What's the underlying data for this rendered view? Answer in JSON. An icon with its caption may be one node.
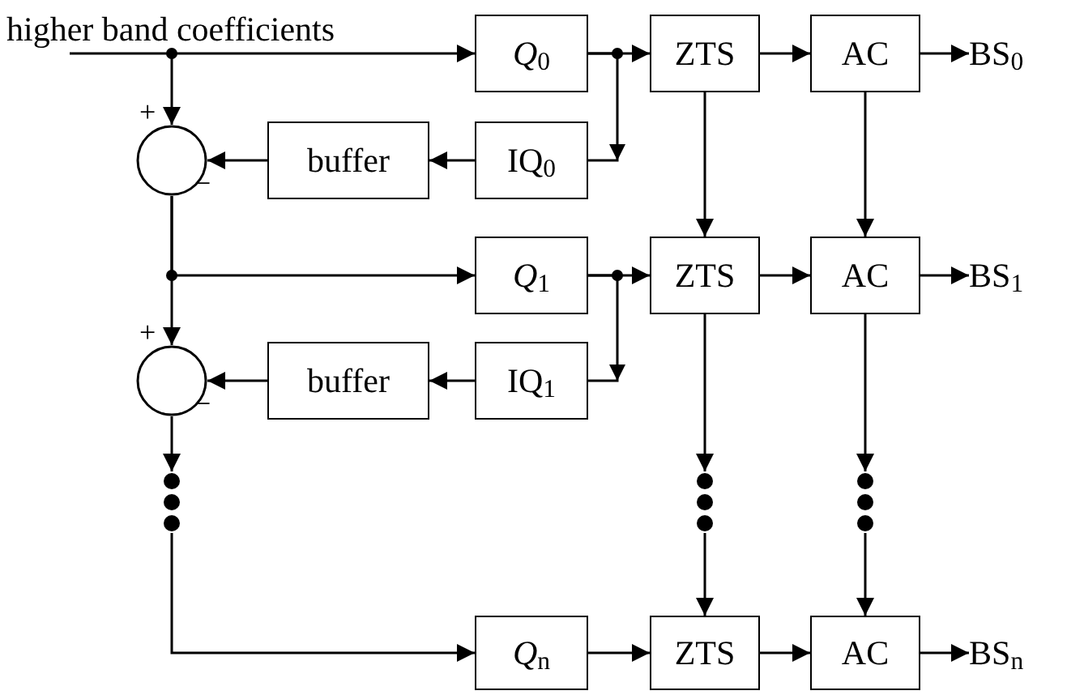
{
  "diagram": {
    "nodes": [
      {
        "text": [
          "higher band coefficients"
        ]
      },
      {
        "text": [
          "*Q*$_{0}$"
        ]
      },
      {
        "text": [
          "ZTS"
        ]
      },
      {
        "text": [
          "AC"
        ]
      },
      {
        "text": [
          "BS$_{0}$"
        ]
      },
      {
        "text": [],
        "shape": "circle"
      },
      {
        "text": [
          "buffer"
        ]
      },
      {
        "text": [
          "IQ$_{0}$"
        ]
      },
      {
        "text": [
          "*Q*$_{1}$"
        ]
      },
      {
        "text": [
          "ZTS"
        ]
      },
      {
        "text": [
          "AC"
        ]
      },
      {
        "text": [
          "BS$_{1}$"
        ]
      },
      {
        "text": [],
        "shape": "circle"
      },
      {
        "text": [
          "buffer"
        ]
      },
      {
        "text": [
          "IQ$_{1}$"
        ]
      },
      {
        "text": [],
        "shape": "dots"
      },
      {
        "text": [],
        "shape": "dots"
      },
      {
        "text": [],
        "shape": "dots"
      },
      {
        "text": [
          "*Q*$_{n}$"
        ]
      },
      {
        "text": [
          "ZTS"
        ]
      },
      {
        "text": [
          "AC"
        ]
      },
      {
        "text": [
          "BS$_{n}$"
        ]
      }
    ],
    "edges": [
      {
        "from": 0,
        "to": 1,
        "arrow": "to"
      },
      {
        "from": 0,
        "to": 5,
        "arrow": "to"
      },
      {
        "from": 1,
        "to": 2,
        "arrow": "to"
      },
      {
        "from": 1,
        "to": 7,
        "arrow": "to"
      },
      {
        "from": 2,
        "to": 3,
        "arrow": "to"
      },
      {
        "from": 3,
        "to": 4,
        "arrow": "to"
      },
      {
        "from": 7,
        "to": 6,
        "arrow": "to"
      },
      {
        "from": 6,
        "to": 5,
        "arrow": "to"
      },
      {
        "from": 5,
        "to": 8,
        "arrow": "to"
      },
      {
        "from": 5,
        "to": 12,
        "arrow": "to"
      },
      {
        "from": 2,
        "to": 9,
        "arrow": "to"
      },
      {
        "from": 3,
        "to": 10,
        "arrow": "to"
      },
      {
        "from": 8,
        "to": 9,
        "arrow": "to"
      },
      {
        "from": 9,
        "to": 10,
        "arrow": "to"
      },
      {
        "from": 10,
        "to": 11,
        "arrow": "to"
      },
      {
        "from": 8,
        "to": 14,
        "arrow": "to"
      },
      {
        "from": 14,
        "to": 13,
        "arrow": "to"
      },
      {
        "from": 13,
        "to": 12,
        "arrow": "to"
      },
      {
        "from": 12,
        "to": 15,
        "arrow": "to"
      },
      {
        "from": 9,
        "to": 16,
        "arrow": "to"
      },
      {
        "from": 10,
        "to": 17,
        "arrow": "to"
      },
      {
        "from": 15,
        "to": 18,
        "arrow": "to"
      },
      {
        "from": 16,
        "to": 19,
        "arrow": "to"
      },
      {
        "from": 17,
        "to": 20,
        "arrow": "to"
      },
      {
        "from": 18,
        "to": 19,
        "arrow": "to"
      },
      {
        "from": 19,
        "to": 20,
        "arrow": "to"
      },
      {
        "from": 20,
        "to": 21,
        "arrow": "to"
      }
    ],
    "labels": [
      "+",
      "−",
      "+",
      "−"
    ]
  }
}
